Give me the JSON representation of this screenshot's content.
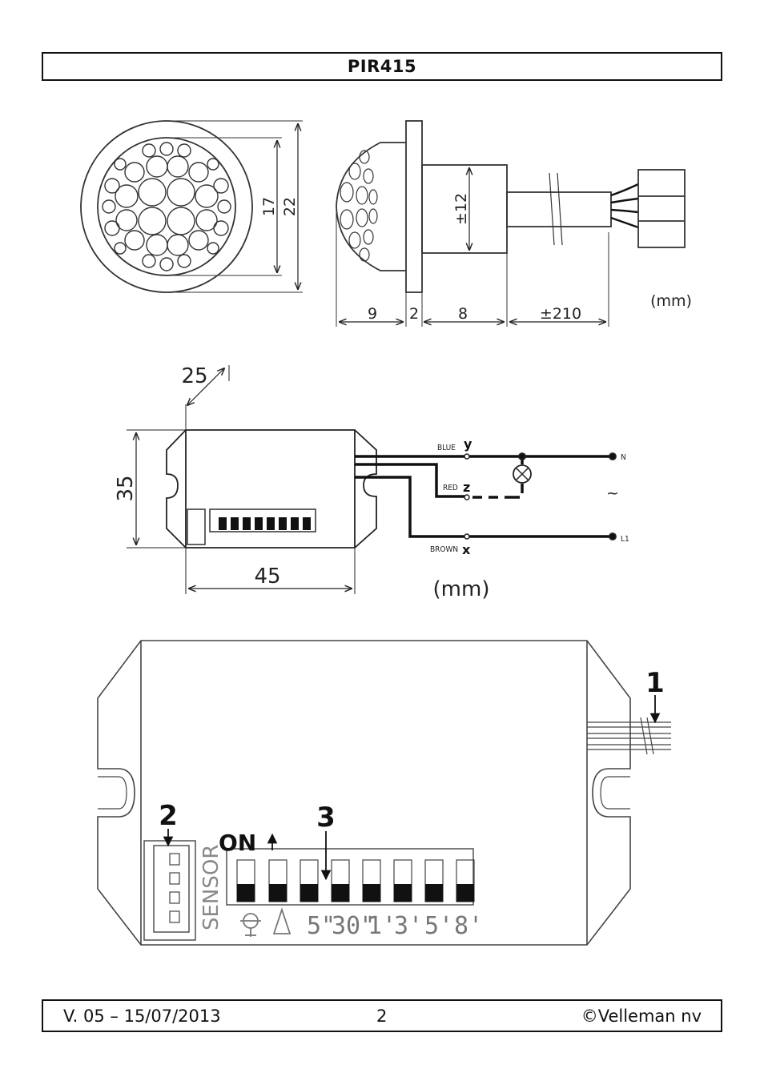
{
  "header": {
    "title": "PIR415"
  },
  "figure1": {
    "front_dims": [
      "17",
      "22"
    ],
    "side_dims": [
      "9",
      "2",
      "8",
      "±210"
    ],
    "diameter_dim": "±12",
    "unit": "(mm)"
  },
  "figure2": {
    "dims": {
      "depth": "25",
      "height": "35",
      "width": "45"
    },
    "unit": "(mm)",
    "wires": [
      {
        "color_label": "BLUE",
        "letter": "y",
        "terminal": "N"
      },
      {
        "color_label": "RED",
        "letter": "z"
      },
      {
        "color_label": "BROWN",
        "letter": "x",
        "terminal": "L1"
      }
    ],
    "ac_symbol": "~"
  },
  "figure3": {
    "callouts": [
      "1",
      "2",
      "3"
    ],
    "on_label": "ON",
    "sensor_label": "SENSOR",
    "switch_labels": [
      "5\"",
      "30\"",
      "1'",
      "3'",
      "5'",
      "8'"
    ]
  },
  "footer": {
    "version": "V. 05 – 15/07/2013",
    "page": "2",
    "copyright": "©Velleman nv"
  }
}
